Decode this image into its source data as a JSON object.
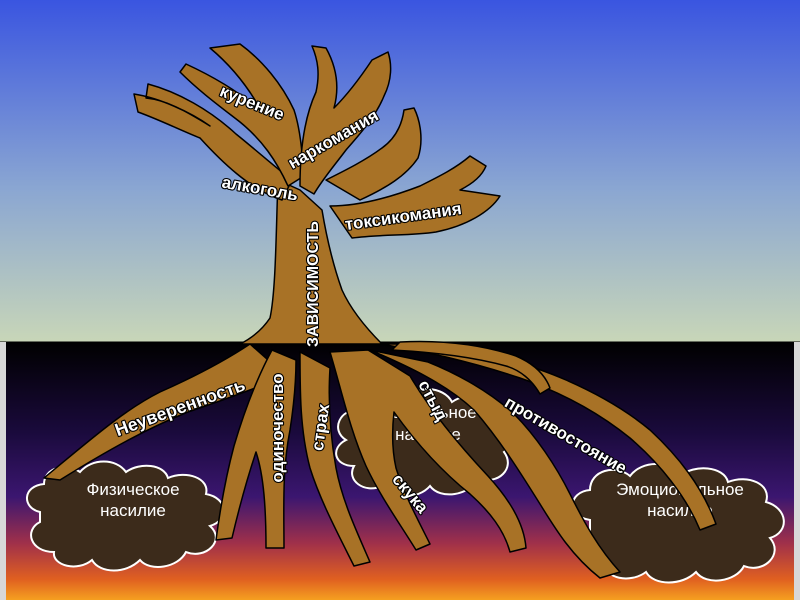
{
  "trunk_label": "ЗАВИСИМОСТЬ",
  "branches": {
    "smoking": "курение",
    "drugs": "наркомания",
    "alcohol": "алкоголь",
    "toxic": "токсикомания"
  },
  "roots": {
    "insecurity": "Неуверенность",
    "loneliness": "одиночество",
    "fear": "страх",
    "shame": "стыд",
    "boredom": "скука",
    "opposition": "противостояние"
  },
  "clouds": {
    "physical": {
      "line1": "Физическое",
      "line2": "насилие"
    },
    "social": {
      "line1": "Социальное",
      "line2": "насилие"
    },
    "emotional": {
      "line1": "Эмоциональное",
      "line2": "насилие"
    }
  },
  "colors": {
    "sky_top": "#3a55e0",
    "sky_bottom": "#c8d6b8",
    "ground_top": "#000000",
    "ground_mid": "#2a0d6a",
    "ground_bottom": "#f07a10",
    "tree": "#a87226",
    "cloud": "#3c2b1b"
  }
}
